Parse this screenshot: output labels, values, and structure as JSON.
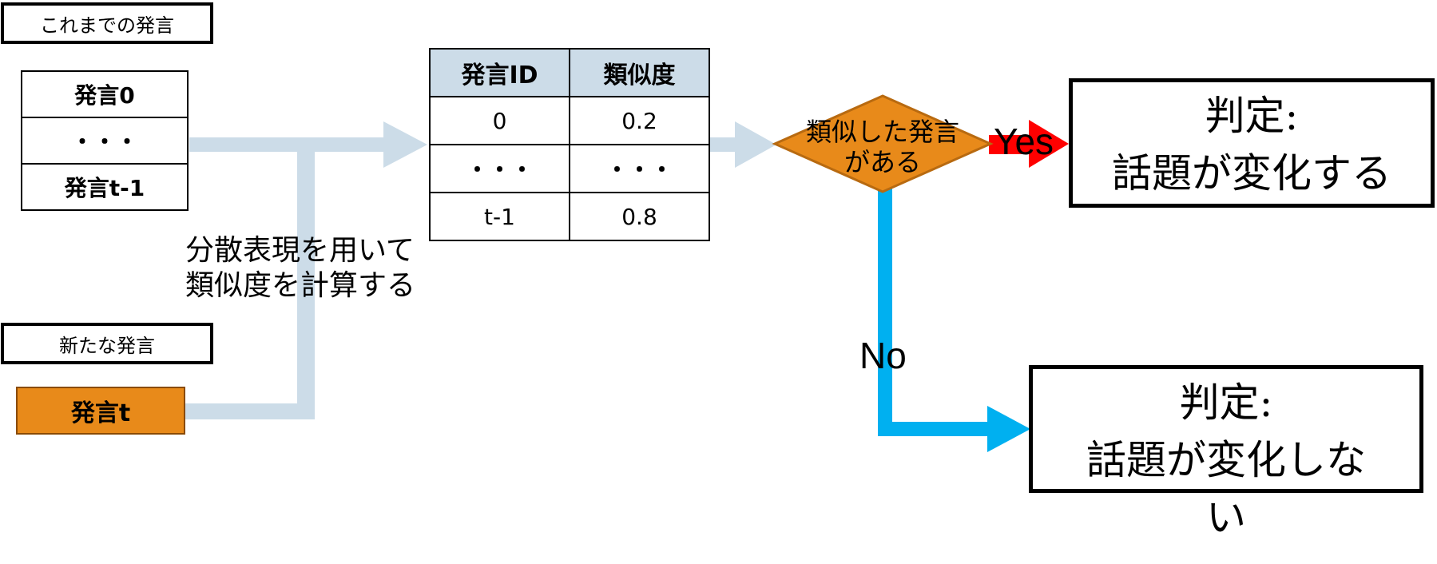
{
  "labels": {
    "history": "これまでの発言",
    "new_utterance": "新たな発言"
  },
  "history_table": [
    "発言0",
    "・・・",
    "発言t-1"
  ],
  "new_utterance_cell": "発言t",
  "similarity_note": [
    "分散表現を用いて",
    "類似度を計算する"
  ],
  "similarity_table": {
    "headers": [
      "発言ID",
      "類似度"
    ],
    "rows": [
      [
        "0",
        "0.2"
      ],
      [
        "・・・",
        "・・・"
      ],
      [
        "t-1",
        "0.8"
      ]
    ]
  },
  "decision": [
    "類似した発言",
    "がある"
  ],
  "branches": {
    "yes": "Yes",
    "no": "No"
  },
  "results": {
    "changed": [
      "判定:",
      "話題が変化する"
    ],
    "unchanged": [
      "判定:",
      "話題が変化しな",
      "い"
    ]
  },
  "colors": {
    "light_arrow": "#ccdce8",
    "yes_arrow": "#ff0000",
    "no_arrow": "#00b0f0",
    "diamond_fill": "#e88a1a",
    "diamond_stroke": "#b86a10",
    "header_fill": "#ccdce8"
  }
}
